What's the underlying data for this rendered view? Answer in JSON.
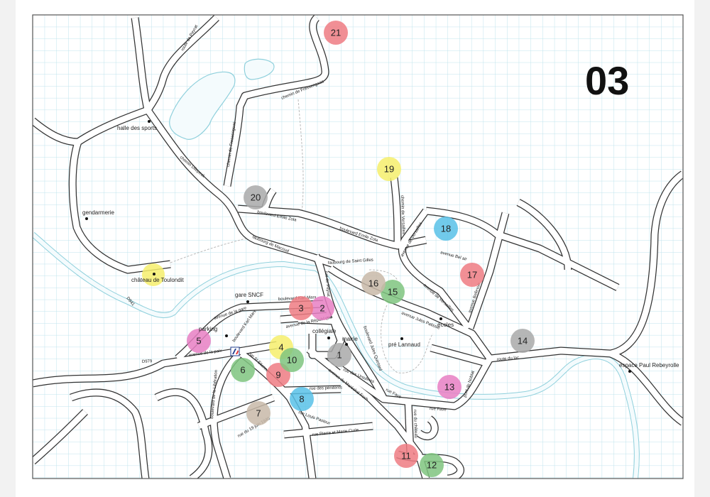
{
  "map": {
    "page_number": "03",
    "colors": {
      "red": "#ee7b82",
      "pink": "#e77fc3",
      "yellow": "#f6ef6c",
      "green": "#7fc47f",
      "gray": "#a9a9a9",
      "tan": "#c8b8a8",
      "blue": "#58c1e8",
      "grid": "#bfe3ec",
      "river": "#8fd0dc"
    },
    "markers": [
      {
        "label": "1",
        "color": "gray"
      },
      {
        "label": "2",
        "color": "pink"
      },
      {
        "label": "3",
        "color": "red"
      },
      {
        "label": "4",
        "color": "yellow"
      },
      {
        "label": "5",
        "color": "pink"
      },
      {
        "label": "6",
        "color": "green"
      },
      {
        "label": "7",
        "color": "tan"
      },
      {
        "label": "8",
        "color": "blue"
      },
      {
        "label": "9",
        "color": "red"
      },
      {
        "label": "10",
        "color": "green"
      },
      {
        "label": "11",
        "color": "red"
      },
      {
        "label": "12",
        "color": "green"
      },
      {
        "label": "13",
        "color": "pink"
      },
      {
        "label": "14",
        "color": "gray"
      },
      {
        "label": "15",
        "color": "green"
      },
      {
        "label": "16",
        "color": "tan"
      },
      {
        "label": "17",
        "color": "red"
      },
      {
        "label": "18",
        "color": "blue"
      },
      {
        "label": "19",
        "color": "yellow"
      },
      {
        "label": "20",
        "color": "gray"
      },
      {
        "label": "21",
        "color": "red"
      }
    ],
    "places": {
      "halle": "halle des sports",
      "gendarmerie": "gendarmerie",
      "chateau": "château de Toulondit",
      "gare": "gare SNCF",
      "parking": "parking",
      "collegiale": "collégiale",
      "mairie": "mairie",
      "pre": "pré Lannaud",
      "ecoles": "écoles",
      "espace": "espace Paul Rebeyrolle"
    },
    "streets": {
      "peyrat": "route de Peyrat",
      "fressengeas1": "chemin de Fressengeas",
      "fressengeas2": "chemin de Fressengeas",
      "dilepeck": "chemin Dilepeck",
      "zola1": "boulevard Emile Zola",
      "zola2": "boulevard Emile Zola",
      "macoud": "faubourg de Macoud",
      "stgilles": "faubourg de Saint Gilles",
      "ch_versailles": "chemin de Versailles",
      "av_versailles1": "avenue de Versailles",
      "av_versailles2": "avenue de Versailles",
      "belair": "avenue Bel air",
      "bellevue": "avenue Bellevue",
      "jules": "avenue Jules Patissié",
      "lac": "route du lac",
      "noblat": "pont de Noblat",
      "fave1": "rue Fave",
      "fave2": "rue Fave",
      "ursulines": "rue des Ursulines",
      "foch": "avenue du Maréchal Foch",
      "penitents": "rue des pénitents",
      "pasteur": "rue Louis Pasteur",
      "juin": "rue du 19 juin 1940",
      "curie": "rue Pierre et Marie Curie",
      "liberation": "boulevard de la Libération",
      "gare": "avenue de la gare",
      "paix": "avenue de la paix",
      "karlmarx": "boulevard Karl Marx",
      "karlmarx2": "boulevard Karl Marx",
      "republique": "avenue de la République",
      "rpeyrat": "rue de Peyrat",
      "quintard": "boulevard Jules Quintard",
      "d979": "D979",
      "d941": "D941",
      "chateau_rue": "rue du château",
      "saintetienne": "rue St Etienne"
    }
  }
}
